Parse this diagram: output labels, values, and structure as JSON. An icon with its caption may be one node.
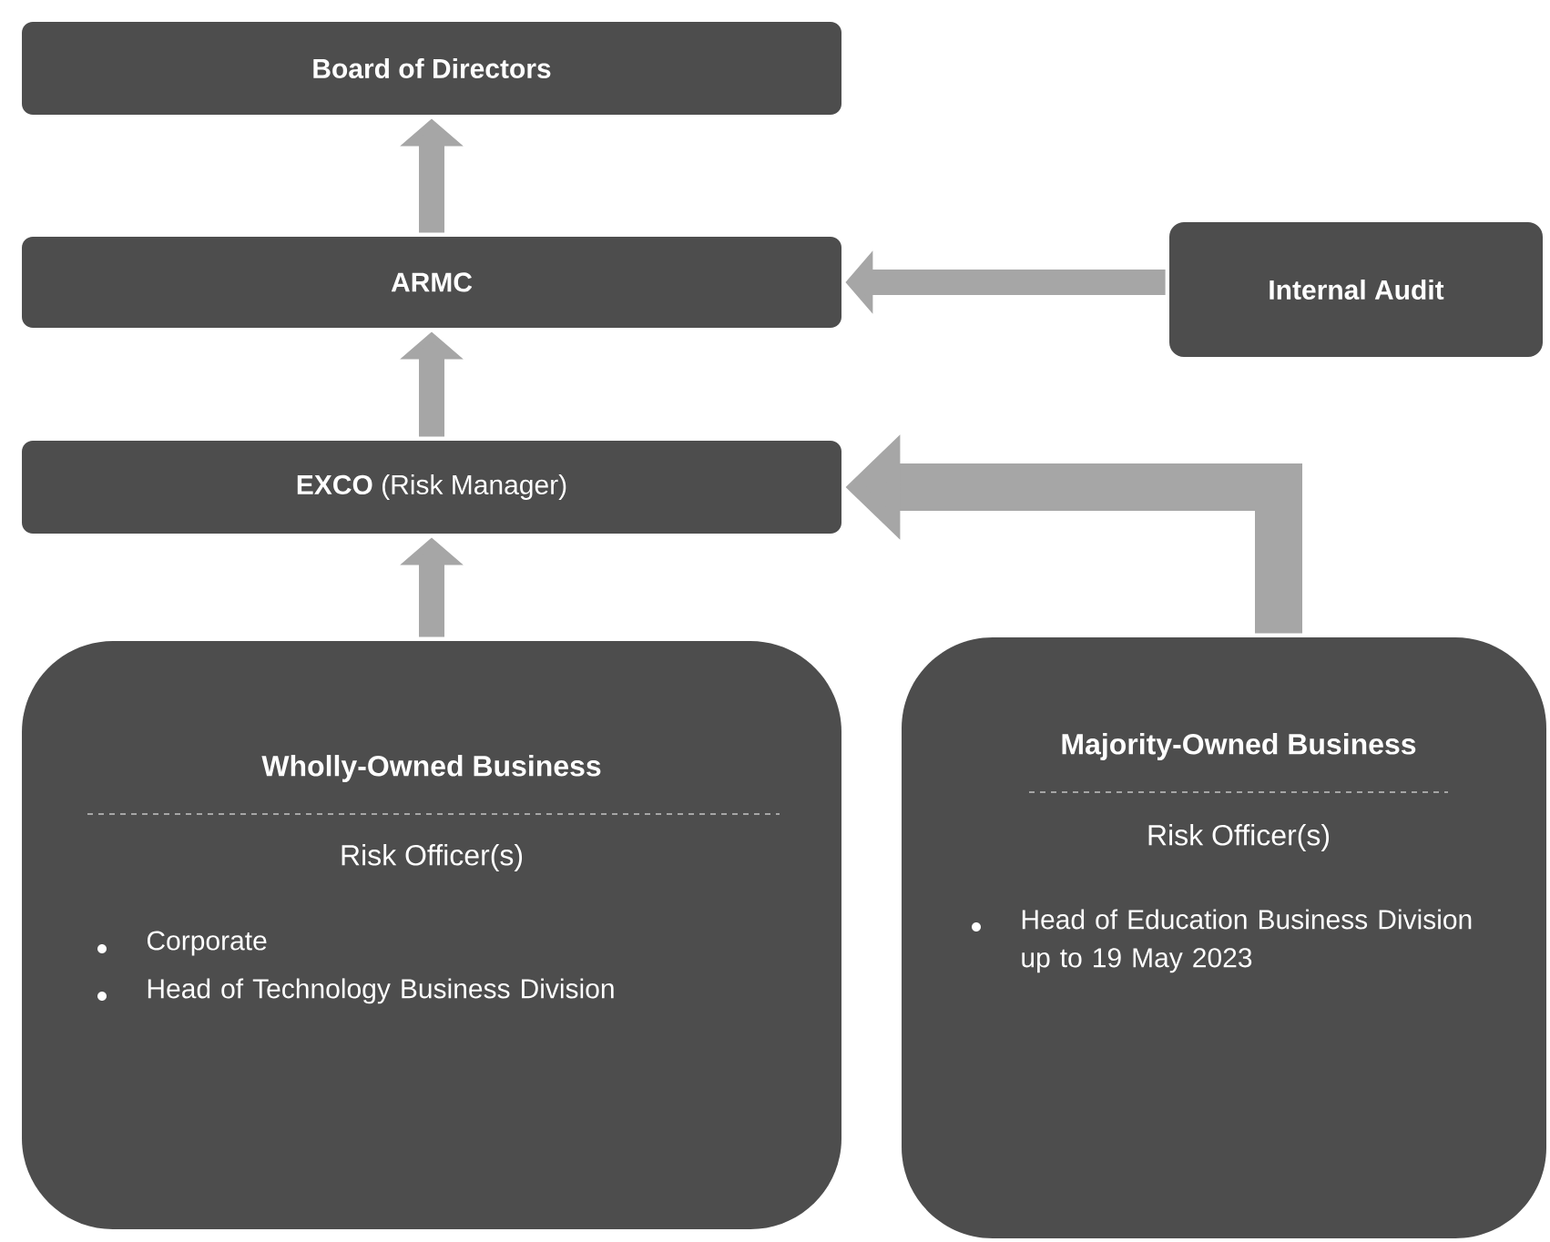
{
  "diagram": {
    "nodes": [
      {
        "text": [
          "Board of Directors"
        ]
      },
      {
        "text": [
          "ARMC"
        ]
      },
      {
        "text": [
          "Internal Audit"
        ]
      },
      {
        "text": [
          "**EXCO** (Risk Manager)"
        ]
      },
      {
        "text": [
          "Wholly-Owned Business",
          "Risk Officer(s)",
          "Corporate",
          "Head of Technology Business Division"
        ]
      },
      {
        "text": [
          "Majority-Owned Business",
          "Risk Officer(s)",
          "Head of Education Business Division up to 19 May 2023"
        ]
      }
    ],
    "edges": [
      {
        "from": 1,
        "to": 0,
        "arrow": "to"
      },
      {
        "from": 2,
        "to": 1,
        "arrow": "to"
      },
      {
        "from": 3,
        "to": 1,
        "arrow": "to"
      },
      {
        "from": 4,
        "to": 3,
        "arrow": "to"
      },
      {
        "from": 5,
        "to": 3,
        "arrow": "to",
        "style": "thick"
      }
    ]
  }
}
